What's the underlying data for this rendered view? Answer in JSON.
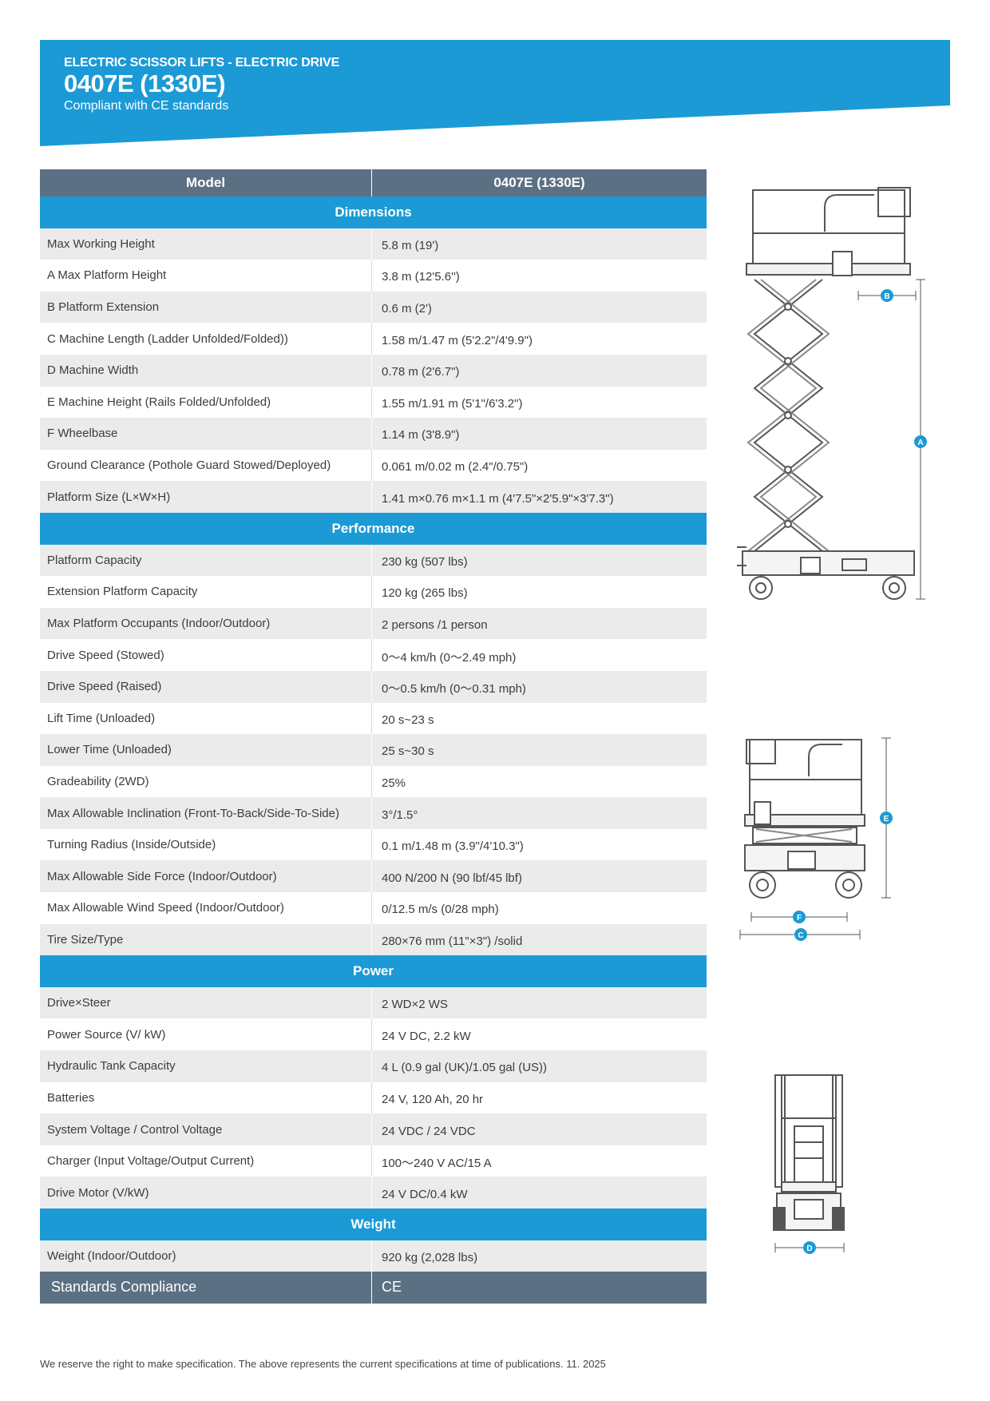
{
  "header": {
    "category": "ELECTRIC SCISSOR LIFTS - ELECTRIC DRIVE",
    "model": "0407E (1330E)",
    "compliance": "Compliant with CE standards",
    "color": "#1b9ad6"
  },
  "table": {
    "head": {
      "label": "Model",
      "value": "0407E (1330E)"
    },
    "sections": [
      {
        "title": "Dimensions",
        "rows": [
          {
            "label": "Max Working Height",
            "value": "5.8 m (19')"
          },
          {
            "label": "A Max Platform Height",
            "value": "3.8 m (12'5.6'')"
          },
          {
            "label": "B Platform Extension",
            "value": "0.6 m (2')"
          },
          {
            "label": "C Machine Length (Ladder Unfolded/Folded))",
            "value": "1.58 m/1.47 m (5'2.2\"/4'9.9\")"
          },
          {
            "label": "D Machine Width",
            "value": "0.78 m (2'6.7\")"
          },
          {
            "label": "E Machine Height (Rails Folded/Unfolded)",
            "value": "1.55 m/1.91 m (5'1\"/6'3.2\")"
          },
          {
            "label": "F Wheelbase",
            "value": "1.14 m (3'8.9\")"
          },
          {
            "label": "Ground Clearance (Pothole Guard Stowed/Deployed)",
            "value": "0.061 m/0.02 m (2.4\"/0.75\")"
          },
          {
            "label": "Platform Size (L×W×H)",
            "value": "1.41 m×0.76 m×1.1 m (4'7.5\"×2'5.9\"×3'7.3\")"
          }
        ]
      },
      {
        "title": "Performance",
        "rows": [
          {
            "label": "Platform Capacity",
            "value": "230 kg (507 lbs)"
          },
          {
            "label": "Extension Platform Capacity",
            "value": "120 kg (265 lbs)"
          },
          {
            "label": "Max Platform Occupants (Indoor/Outdoor)",
            "value": "2 persons /1 person"
          },
          {
            "label": "Drive Speed (Stowed)",
            "value": "0～4 km/h (0～2.49 mph)"
          },
          {
            "label": "Drive Speed (Raised)",
            "value": "0～0.5 km/h (0～0.31 mph)"
          },
          {
            "label": "Lift Time (Unloaded)",
            "value": "20 s~23 s"
          },
          {
            "label": "Lower Time (Unloaded)",
            "value": "25 s~30 s"
          },
          {
            "label": "Gradeability (2WD)",
            "value": "25%"
          },
          {
            "label": "Max Allowable Inclination (Front-To-Back/Side-To-Side)",
            "value": "3°/1.5°"
          },
          {
            "label": "Turning Radius (Inside/Outside)",
            "value": "0.1 m/1.48 m (3.9\"/4'10.3\")"
          },
          {
            "label": "Max Allowable Side Force (Indoor/Outdoor)",
            "value": "400 N/200 N (90 lbf/45 lbf)"
          },
          {
            "label": "Max Allowable Wind Speed (Indoor/Outdoor)",
            "value": "0/12.5 m/s (0/28 mph)"
          },
          {
            "label": "Tire Size/Type",
            "value": "280×76 mm (11\"×3\") /solid"
          }
        ]
      },
      {
        "title": "Power",
        "rows": [
          {
            "label": "Drive×Steer",
            "value": "2 WD×2 WS"
          },
          {
            "label": "Power Source (V/ kW)",
            "value": "24 V DC, 2.2 kW"
          },
          {
            "label": "Hydraulic Tank Capacity",
            "value": "4 L (0.9 gal (UK)/1.05 gal (US))"
          },
          {
            "label": "Batteries",
            "value": "24 V, 120 Ah, 20 hr"
          },
          {
            "label": "System Voltage / Control Voltage",
            "value": "24 VDC / 24 VDC"
          },
          {
            "label": "Charger (Input Voltage/Output Current)",
            "value": "100～240 V AC/15 A"
          },
          {
            "label": "Drive Motor (V/kW)",
            "value": "24 V DC/0.4 kW"
          }
        ]
      },
      {
        "title": "Weight",
        "rows": [
          {
            "label": "Weight (Indoor/Outdoor)",
            "value": "920 kg (2,028 lbs)"
          }
        ]
      }
    ],
    "footer": {
      "label": "Standards Compliance",
      "value": "CE"
    }
  },
  "dimension_markers": [
    "A",
    "B",
    "C",
    "D",
    "E",
    "F"
  ],
  "footnote": "We reserve the right to make specification. The above represents the current specifications at time of publications. 11. 2025"
}
